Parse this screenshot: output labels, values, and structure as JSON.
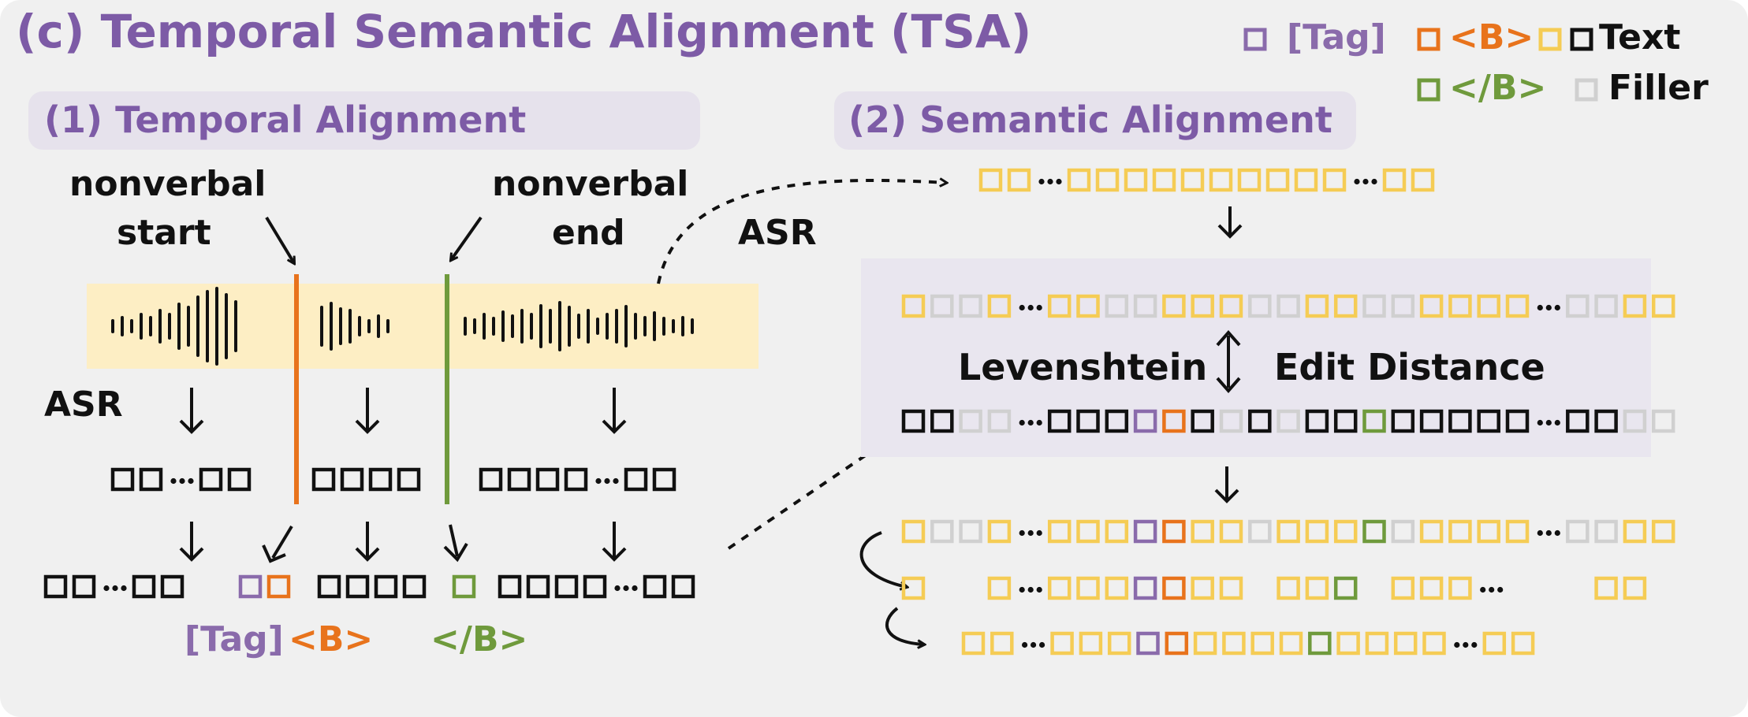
{
  "title": "(c) Temporal Semantic Alignment (TSA)",
  "legend": {
    "tag": "[Tag]",
    "begin": "<B>",
    "text": "Text",
    "end": "</B>",
    "filler": "Filler"
  },
  "panel1": {
    "heading": "(1) Temporal Alignment",
    "nonverbal_start": [
      "nonverbal",
      "start"
    ],
    "nonverbal_end": [
      "nonverbal",
      "end"
    ],
    "asr_left": "ASR",
    "asr_right": "ASR",
    "tag_label": "[Tag]",
    "begin_label": "<B>",
    "end_label": "</B>"
  },
  "panel2": {
    "heading": "(2) Semantic Alignment",
    "levenshtein": "Levenshtein",
    "edit_distance": "Edit Distance"
  },
  "colors": {
    "tag": "#8a6bab",
    "begin": "#e8731c",
    "end": "#6f9a3c",
    "text_yellow": "#f5cc55",
    "text_black": "#111111",
    "filler": "#d0d0d0",
    "panel_bg": "#f0f0f0",
    "subheading_bg": "#e6e2ec",
    "audio_bg": "#fdeec4",
    "levenshtein_bg": "#e9e6ef",
    "title": "#7d5ba6"
  }
}
